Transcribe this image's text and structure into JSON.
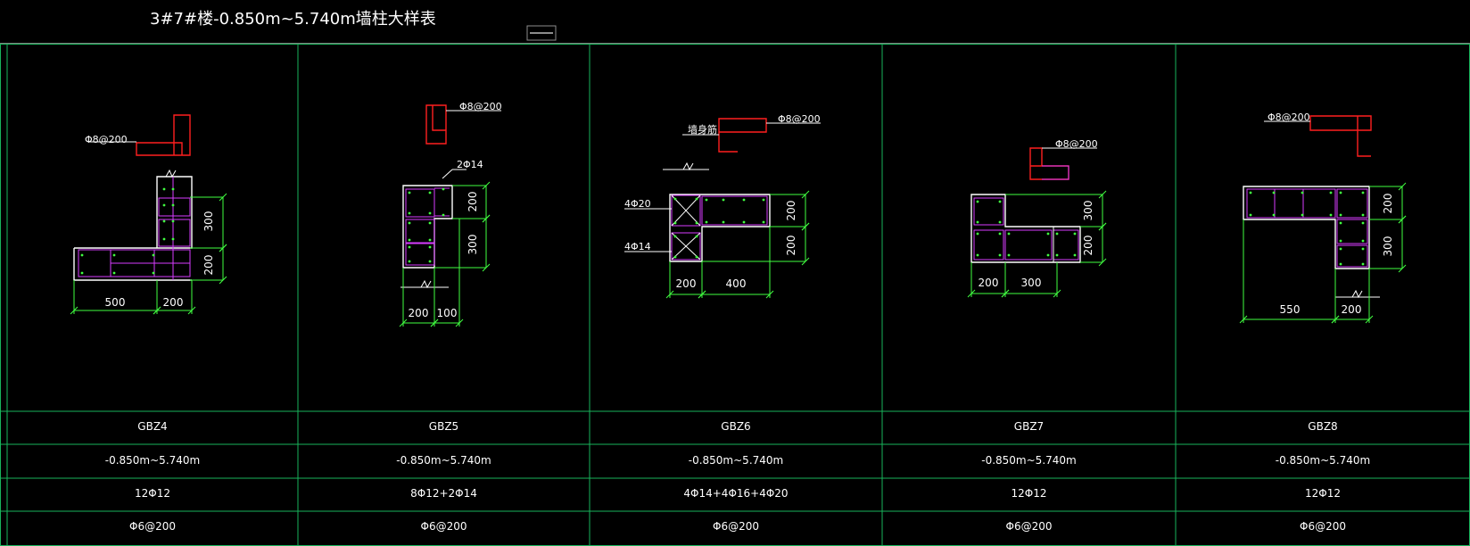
{
  "title": "3#7#楼-0.850m~5.740m墙柱大样表",
  "colors": {
    "grid": "#18b45b",
    "wall": "#ffffff",
    "stirrup": "#d73dff",
    "cap": "#ff1f1f",
    "rebar": "#ff4a4a",
    "accent": "#41ff41",
    "text": "#ffffff"
  },
  "columns": [
    {
      "name": "GBZ4",
      "elevation": "-0.850m~5.740m",
      "longitudinal": "12Φ12",
      "stirrup": "Φ6@200",
      "detail_label": "Φ8@200",
      "dims": [
        "300",
        "200",
        "500",
        "200"
      ]
    },
    {
      "name": "GBZ5",
      "elevation": "-0.850m~5.740m",
      "longitudinal": "8Φ12+2Φ14",
      "stirrup": "Φ6@200",
      "detail_label": "Φ8@200",
      "side_label": "2Φ14",
      "dims": [
        "200",
        "300",
        "200",
        "100"
      ]
    },
    {
      "name": "GBZ6",
      "elevation": "-0.850m~5.740m",
      "longitudinal": "4Φ14+4Φ16+4Φ20",
      "stirrup": "Φ6@200",
      "detail_label": "Φ8@200",
      "side_label_top": "4Φ20",
      "side_label_bottom": "4Φ14",
      "aux_label": "墙身筋",
      "dims": [
        "200",
        "200",
        "200",
        "400"
      ]
    },
    {
      "name": "GBZ7",
      "elevation": "-0.850m~5.740m",
      "longitudinal": "12Φ12",
      "stirrup": "Φ6@200",
      "detail_label": "Φ8@200",
      "dims": [
        "300",
        "200",
        "200",
        "300"
      ]
    },
    {
      "name": "GBZ8",
      "elevation": "-0.850m~5.740m",
      "longitudinal": "12Φ12",
      "stirrup": "Φ6@200",
      "detail_label": "Φ8@200",
      "dims": [
        "200",
        "300",
        "550",
        "200"
      ]
    }
  ]
}
